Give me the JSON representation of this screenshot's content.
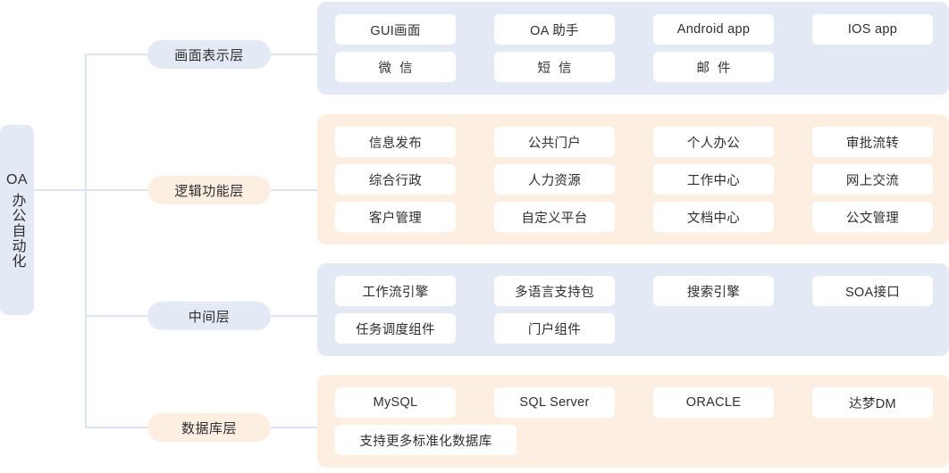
{
  "root": {
    "name": "root-node",
    "line1": "OA",
    "line2": "办公自动化"
  },
  "colors": {
    "panel_blue": "#e3e9f5",
    "panel_orange": "#fdeee2",
    "item_bg": "#ffffff",
    "connector": "#dce4f1",
    "text": "#2f2f2f",
    "page_bg": "#ffffff"
  },
  "layers": [
    {
      "id": "presentation",
      "label": "画面表示层",
      "theme": "blue",
      "rows": [
        [
          "GUI画面",
          "OA 助手",
          "Android app",
          "IOS app"
        ],
        [
          "微信",
          "短信",
          "邮件"
        ]
      ],
      "spaced_row": 1
    },
    {
      "id": "logic",
      "label": "逻辑功能层",
      "theme": "orange",
      "rows": [
        [
          "信息发布",
          "公共门户",
          "个人办公",
          "审批流转"
        ],
        [
          "综合行政",
          "人力资源",
          "工作中心",
          "网上交流"
        ],
        [
          "客户管理",
          "自定义平台",
          "文档中心",
          "公文管理"
        ]
      ],
      "spaced_row": -1
    },
    {
      "id": "middleware",
      "label": "中间层",
      "theme": "blue",
      "rows": [
        [
          "工作流引擎",
          "多语言支持包",
          "搜索引擎",
          "SOA接口"
        ],
        [
          "任务调度组件",
          "门户组件"
        ]
      ],
      "spaced_row": -1
    },
    {
      "id": "database",
      "label": "数据库层",
      "theme": "orange",
      "rows": [
        [
          "MySQL",
          "SQL Server",
          "ORACLE",
          "达梦DM"
        ],
        [
          "支持更多标准化数据库"
        ]
      ],
      "spaced_row": -1,
      "wide_cells": [
        [
          1,
          0
        ]
      ]
    }
  ]
}
